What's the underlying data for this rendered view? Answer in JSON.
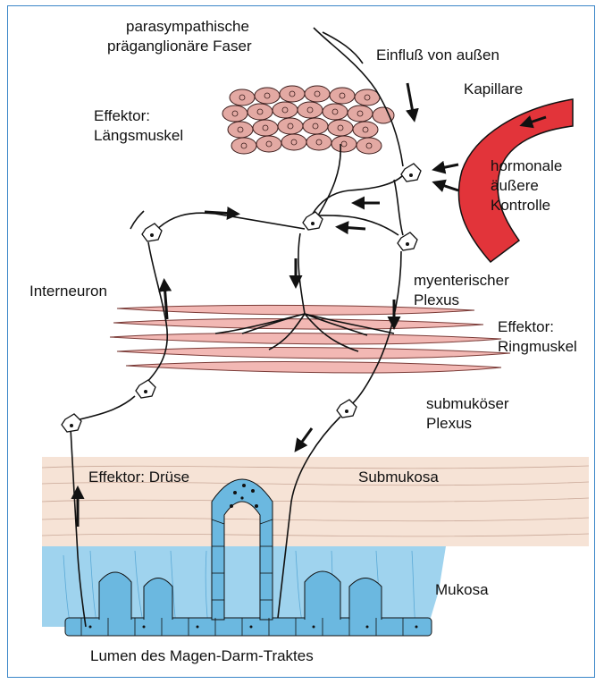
{
  "labels": {
    "para_1": "parasympathische",
    "para_2": "präganglionäre Faser",
    "einfluss": "Einfluß von außen",
    "kapillare": "Kapillare",
    "effektor_laengs_1": "Effektor:",
    "effektor_laengs_2": "Längsmuskel",
    "hormonale_1": "hormonale",
    "hormonale_2": "äußere",
    "hormonale_3": "Kontrolle",
    "interneuron": "Interneuron",
    "myenterisch_1": "myenterischer",
    "myenterisch_2": "Plexus",
    "effektor_ring_1": "Effektor:",
    "effektor_ring_2": "Ringmuskel",
    "submuk_1": "submuköser",
    "submuk_2": "Plexus",
    "effektor_druese": "Effektor: Drüse",
    "submukosa": "Submukosa",
    "mukosa": "Mukosa",
    "lumen": "Lumen des Magen-Darm-Traktes"
  },
  "colors": {
    "frame": "#3a86c8",
    "capillary": "#e2343a",
    "muscle": "#f2b8b4",
    "muscle_cell": "#e3a9a3",
    "submucosa": "#f6e3d6",
    "mucosa": "#9fd3ee",
    "gland_cells": "#6bb8e0",
    "nerve": "#111111"
  }
}
